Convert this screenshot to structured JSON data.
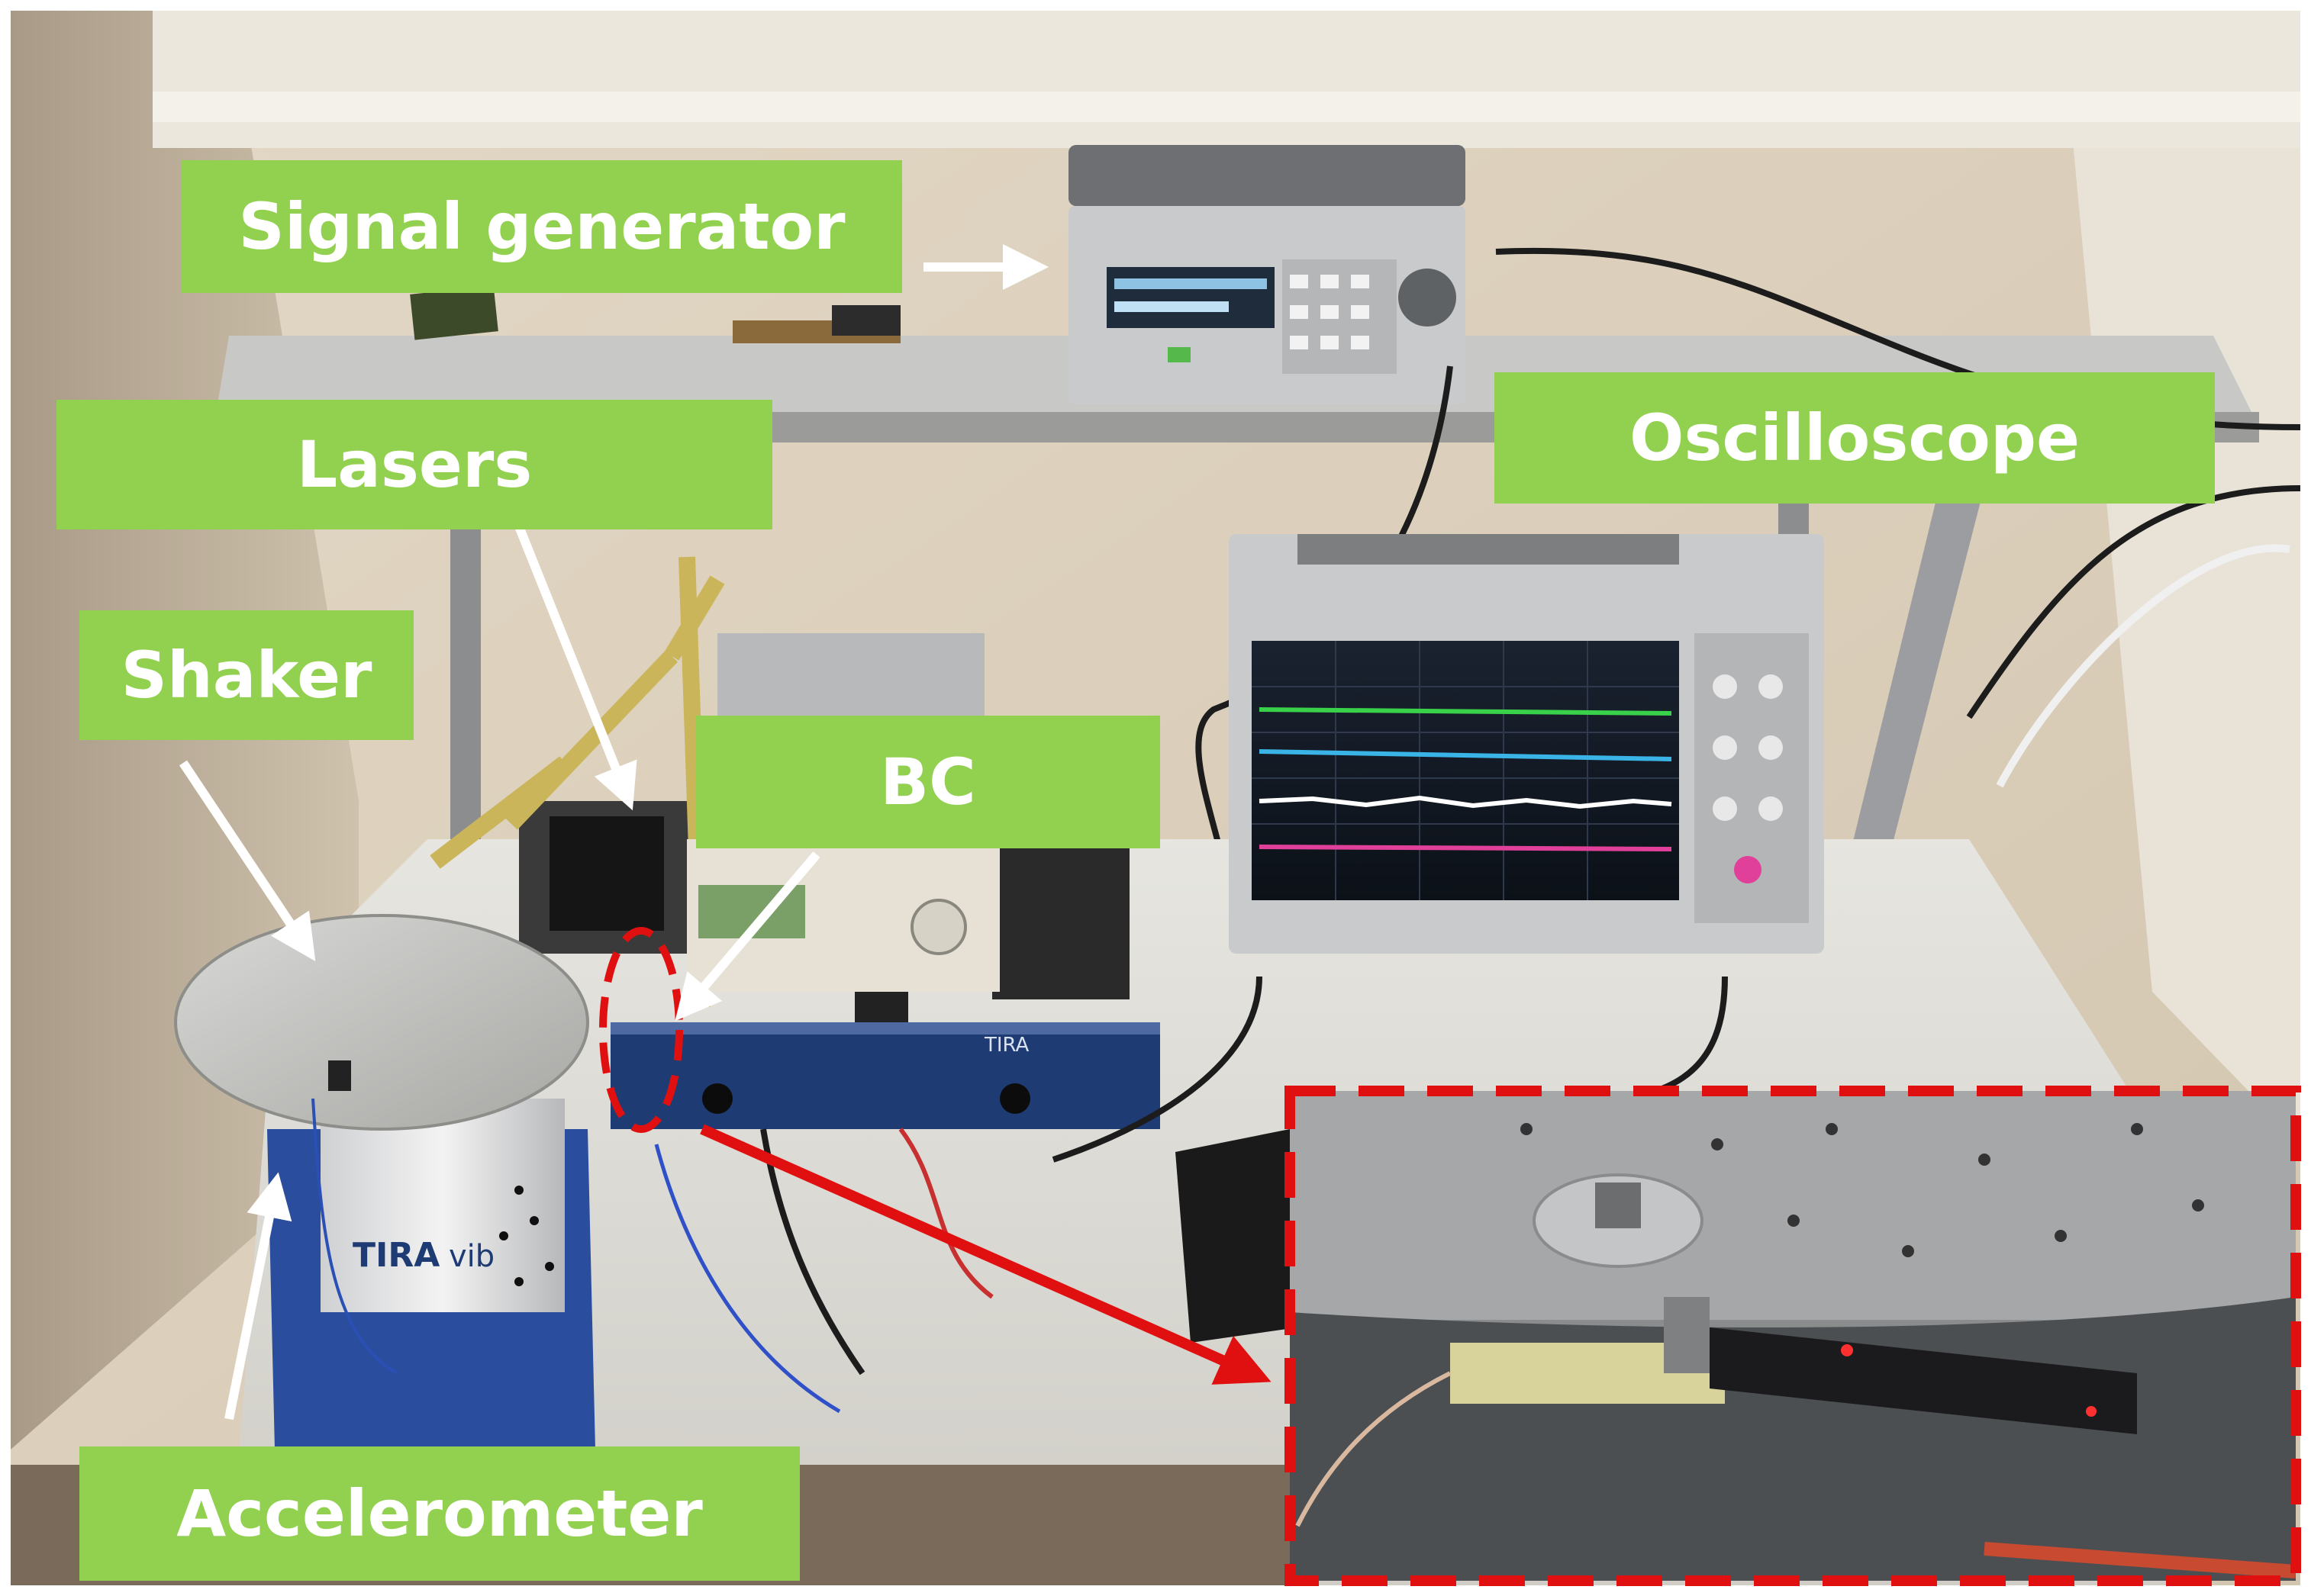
{
  "labels": {
    "signal_generator": "Signal generator",
    "lasers": "Lasers",
    "oscilloscope": "Oscilloscope",
    "shaker": "Shaker",
    "bc": "BC",
    "accelerometer": "Accelerometer"
  },
  "device_text": {
    "shaker_brand": "TIRA",
    "shaker_brand_suffix": "vib",
    "amplifier_brand": "TIRA"
  },
  "colors": {
    "label_fill": "#92d050",
    "label_text": "#ffffff",
    "arrow_white": "#ffffff",
    "callout_red": "#e01010"
  },
  "icons": {
    "arrow": "white-arrow",
    "callout": "red-dashed-box"
  }
}
